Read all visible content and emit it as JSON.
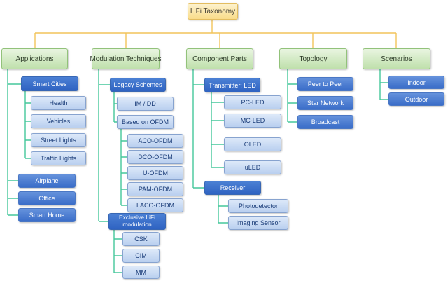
{
  "root": {
    "label": "LiFi Taxonomy"
  },
  "colors": {
    "root_fill_top": "#fdf3d0",
    "root_fill_bottom": "#f9dc8a",
    "root_border": "#e3bd60",
    "branch_fill_top": "#e9f5e1",
    "branch_fill_bottom": "#bfe0ab",
    "branch_border": "#92c27a",
    "node_dark_blue": "#2f63c2",
    "node_medium_blue": "#3a6dc8",
    "node_light_blue": "#c9daf3",
    "leaf_text": "#1a3c78",
    "connector_yellow": "#f2c45a",
    "connector_teal": "#45c79b"
  },
  "branches": [
    {
      "label": "Applications",
      "children": [
        {
          "label": "Smart Cities",
          "children": [
            {
              "label": "Health"
            },
            {
              "label": "Vehicles"
            },
            {
              "label": "Street Lights"
            },
            {
              "label": "Traffic Lights"
            }
          ]
        },
        {
          "label": "Airplane"
        },
        {
          "label": "Office"
        },
        {
          "label": "Smart Home"
        }
      ]
    },
    {
      "label": "Modulation Techniques",
      "children": [
        {
          "label": "Legacy Schemes",
          "children": [
            {
              "label": "IM / DD"
            },
            {
              "label": "Based on OFDM",
              "children": [
                {
                  "label": "ACO-OFDM"
                },
                {
                  "label": "DCO-OFDM"
                },
                {
                  "label": "U-OFDM"
                },
                {
                  "label": "PAM-OFDM"
                },
                {
                  "label": "LACO-OFDM"
                }
              ]
            }
          ]
        },
        {
          "label": "Exclusive LiFi modulation",
          "children": [
            {
              "label": "CSK"
            },
            {
              "label": "CIM"
            },
            {
              "label": "MM"
            }
          ]
        }
      ]
    },
    {
      "label": "Component Parts",
      "children": [
        {
          "label": "Transmitter: LED",
          "children": [
            {
              "label": "PC-LED"
            },
            {
              "label": "MC-LED"
            },
            {
              "label": "OLED"
            },
            {
              "label": "uLED"
            }
          ]
        },
        {
          "label": "Receiver",
          "children": [
            {
              "label": "Photodetector"
            },
            {
              "label": "Imaging Sensor"
            }
          ]
        }
      ]
    },
    {
      "label": "Topology",
      "children": [
        {
          "label": "Peer to Peer"
        },
        {
          "label": "Star Network"
        },
        {
          "label": "Broadcast"
        }
      ]
    },
    {
      "label": "Scenarios",
      "children": [
        {
          "label": "Indoor"
        },
        {
          "label": "Outdoor"
        }
      ]
    }
  ]
}
